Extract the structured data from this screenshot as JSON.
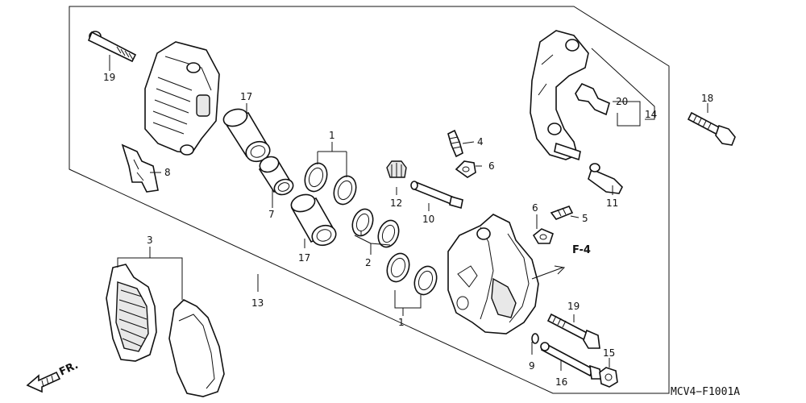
{
  "diagram_code": "MCV4−F1001A",
  "direction_label": "FR.",
  "reference_label": "F-4",
  "callouts": {
    "c1a": "1",
    "c1b": "1",
    "c2": "2",
    "c3": "3",
    "c4": "4",
    "c5": "5",
    "c6a": "6",
    "c6b": "6",
    "c7": "7",
    "c8": "8",
    "c9": "9",
    "c10": "10",
    "c11": "11",
    "c12": "12",
    "c13": "13",
    "c14": "14",
    "c15": "15",
    "c16": "16",
    "c17a": "17",
    "c17b": "17",
    "c18": "18",
    "c19a": "19",
    "c19b": "19",
    "c20": "20"
  }
}
